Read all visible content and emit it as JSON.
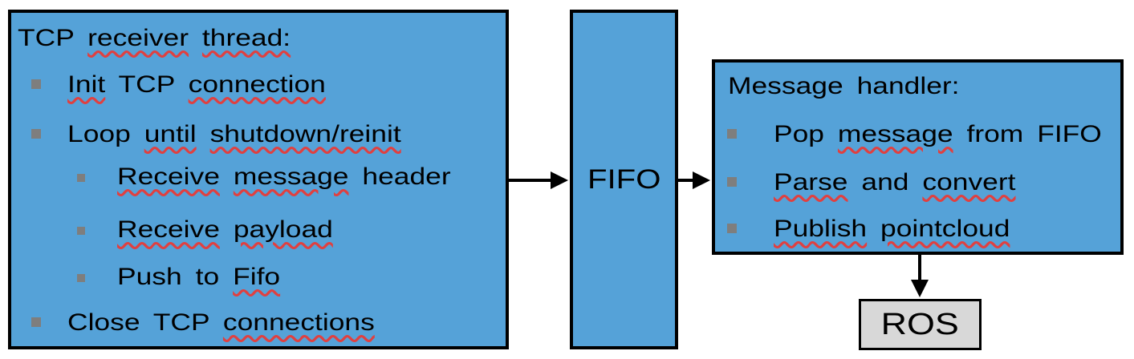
{
  "colors": {
    "box_blue": "#55A2D8",
    "ros_gray": "#D8D8D8",
    "border_black": "#000000",
    "bullet_gray": "#7E7E7E",
    "squiggle_red": "#E04040"
  },
  "tcp_box": {
    "title_tokens": [
      {
        "t": "TCP",
        "sq": false
      },
      {
        "t": "receiver",
        "sq": true
      },
      {
        "t": "thread:",
        "sq": true
      }
    ],
    "items": [
      {
        "level": 1,
        "tokens": [
          {
            "t": "Init",
            "sq": true
          },
          {
            "t": "TCP",
            "sq": false
          },
          {
            "t": "connection",
            "sq": true
          }
        ]
      },
      {
        "level": 1,
        "tokens": [
          {
            "t": "Loop",
            "sq": false
          },
          {
            "t": "until",
            "sq": true
          },
          {
            "t": "shutdown/reinit",
            "sq": true
          }
        ]
      },
      {
        "level": 2,
        "tokens": [
          {
            "t": "Receive",
            "sq": true
          },
          {
            "t": "message",
            "sq": true
          },
          {
            "t": "header",
            "sq": false
          }
        ]
      },
      {
        "level": 2,
        "tokens": [
          {
            "t": "Receive",
            "sq": true
          },
          {
            "t": "payload",
            "sq": true
          }
        ]
      },
      {
        "level": 2,
        "tokens": [
          {
            "t": "Push",
            "sq": false
          },
          {
            "t": "to",
            "sq": false
          },
          {
            "t": "Fifo",
            "sq": true
          }
        ]
      },
      {
        "level": 1,
        "tokens": [
          {
            "t": "Close",
            "sq": false
          },
          {
            "t": "TCP",
            "sq": false
          },
          {
            "t": "connections",
            "sq": true
          }
        ]
      }
    ]
  },
  "fifo_box": {
    "label": "FIFO"
  },
  "handler_box": {
    "title_tokens": [
      {
        "t": "Message",
        "sq": false
      },
      {
        "t": "handler:",
        "sq": false
      }
    ],
    "items": [
      {
        "level": 1,
        "tokens": [
          {
            "t": "Pop",
            "sq": false
          },
          {
            "t": "message",
            "sq": true
          },
          {
            "t": "from",
            "sq": false
          },
          {
            "t": "FIFO",
            "sq": false
          }
        ]
      },
      {
        "level": 1,
        "tokens": [
          {
            "t": "Parse",
            "sq": true
          },
          {
            "t": "and",
            "sq": false
          },
          {
            "t": "convert",
            "sq": true
          }
        ]
      },
      {
        "level": 1,
        "tokens": [
          {
            "t": "Publish",
            "sq": true
          },
          {
            "t": "pointcloud",
            "sq": true
          }
        ]
      }
    ]
  },
  "ros_box": {
    "label": "ROS"
  }
}
